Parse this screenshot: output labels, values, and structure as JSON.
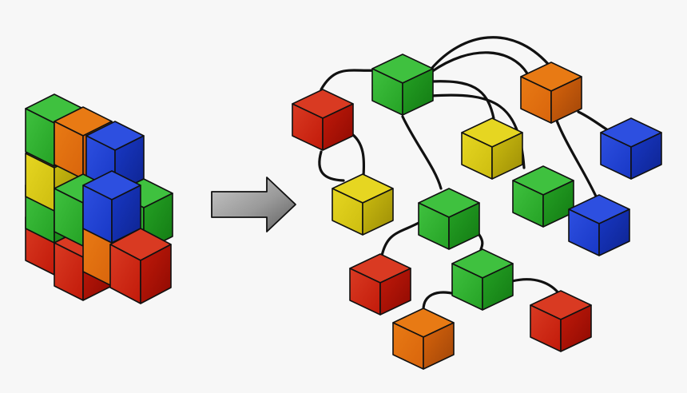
{
  "canvas": {
    "background": "#f7f7f7"
  },
  "palette": {
    "red": {
      "top": "#d93a22",
      "left": "#c21a0a",
      "right": "#8e0a02"
    },
    "green": {
      "top": "#3fc13f",
      "left": "#25a225",
      "right": "#137a13"
    },
    "blue": {
      "top": "#2d4fe0",
      "left": "#1838c6",
      "right": "#0e2490"
    },
    "yellow": {
      "top": "#e6d621",
      "left": "#cdbd10",
      "right": "#9c8d06"
    },
    "orange": {
      "top": "#e87a14",
      "left": "#d9650c",
      "right": "#a04508"
    },
    "outline": "#111111",
    "arrow": {
      "light": "#c9c9c9",
      "mid": "#9a9a9a",
      "dark": "#5e5e5e"
    }
  },
  "stack_colors": [
    "red",
    "green",
    "yellow",
    "green",
    "red",
    "orange",
    "blue",
    "green",
    "green",
    "orange",
    "blue",
    "green",
    "red"
  ],
  "graph_nodes": [
    "red",
    "green",
    "orange",
    "blue",
    "yellow",
    "yellow",
    "green",
    "green",
    "blue",
    "green",
    "red",
    "green",
    "red",
    "orange"
  ],
  "icons": {
    "arrow": "right-arrow-icon"
  }
}
